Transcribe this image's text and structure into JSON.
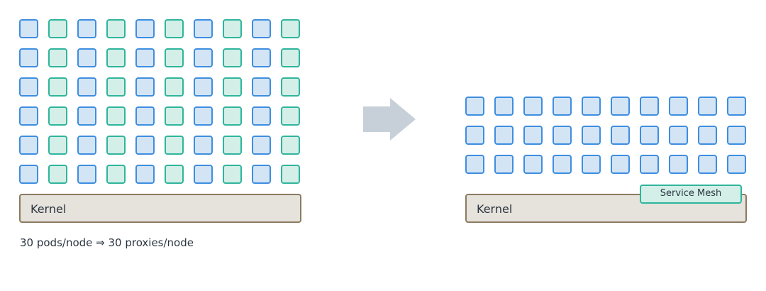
{
  "left": {
    "rows": 6,
    "cols": 10,
    "kernel_label": "Kernel",
    "caption": "30 pods/node ⇒ 30 proxies/node",
    "pod_color": "#3e8ee0",
    "proxy_color": "#2fb59c"
  },
  "arrow": {
    "color": "#c7d0d8"
  },
  "right": {
    "rows": 3,
    "cols": 10,
    "kernel_label": "Kernel",
    "mesh_label": "Service Mesh"
  }
}
